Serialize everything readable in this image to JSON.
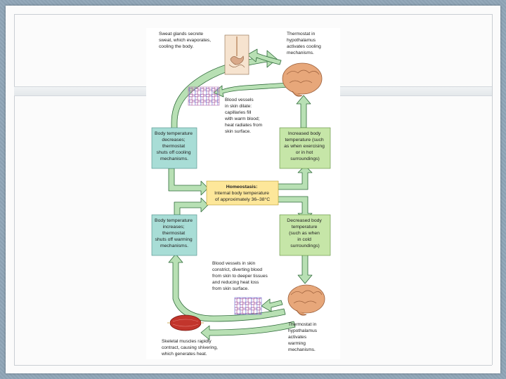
{
  "diagram": {
    "labels": {
      "sweat": [
        "Sweat glands secrete",
        "sweat, which evaporates,",
        "cooling the body."
      ],
      "thermostat_top": [
        "Thermostat in",
        "hypothalamus",
        "activates cooling",
        "mechanisms."
      ],
      "vessels_dilate": [
        "Blood vessels",
        "in skin dilate:",
        "capillaries fill",
        "with warm blood;",
        "heat radiates from",
        "skin surface."
      ],
      "vessels_constrict": [
        "Blood vessels in skin",
        "constrict, diverting blood",
        "from skin to deeper tissues",
        "and reducing heat loss",
        "from skin surface."
      ],
      "thermostat_bottom": [
        "Thermostat in",
        "hypothalamus",
        "activates",
        "warming",
        "mechanisms."
      ],
      "muscles": [
        "Skeletal muscles rapidly",
        "contract, causing shivering,",
        "which generates heat."
      ]
    },
    "boxes": {
      "temp_decreases": [
        "Body temperature",
        "decreases;",
        "thermostat",
        "shuts off cooling",
        "mechanisms."
      ],
      "increased_temp": [
        "Increased body",
        "temperature (such",
        "as when exercising",
        "or in hot",
        "surroundings)"
      ],
      "homeostasis_title": "Homeostasis:",
      "homeostasis_body": [
        "Internal body temperature",
        "of approximately 36–38°C"
      ],
      "temp_increases": [
        "Body temperature",
        "increases;",
        "thermostat",
        "shuts off warming",
        "mechanisms."
      ],
      "decreased_temp": [
        "Decreased body",
        "temperature",
        "(such as when",
        "in cold",
        "surroundings)"
      ]
    },
    "colors": {
      "arrow_fill": "#b8e0b4",
      "arrow_stroke": "#2f6b3a",
      "box_teal": "#a8ddd6",
      "box_green": "#c6e6a8",
      "box_yellow": "#fde79a",
      "brain": "#e7a77a"
    }
  }
}
